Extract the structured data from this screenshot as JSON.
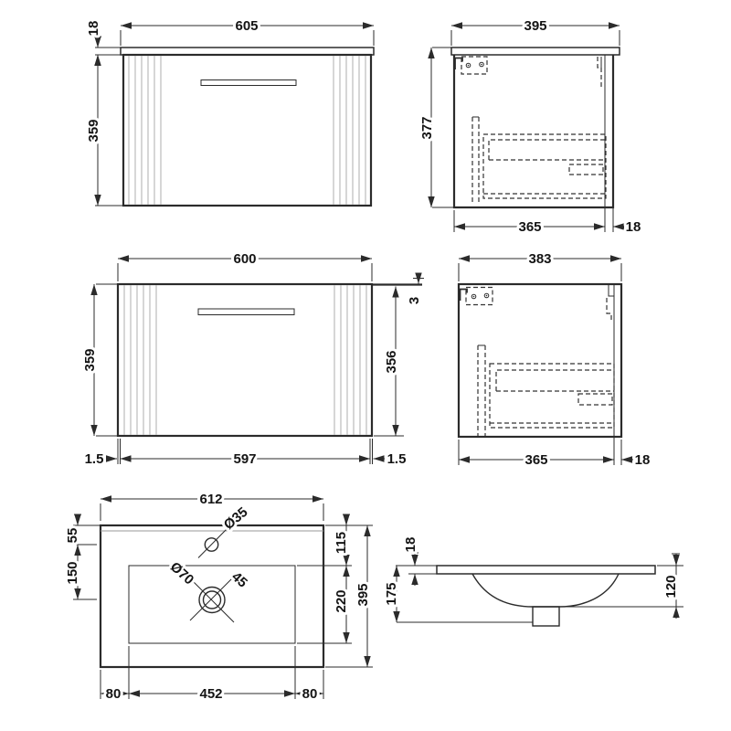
{
  "drawing": {
    "front_top": {
      "width": "605",
      "counter_thickness": "18",
      "height": "359"
    },
    "side_top": {
      "depth": "395",
      "height": "377",
      "body_depth": "365",
      "back_panel": "18"
    },
    "front_open": {
      "width": "600",
      "height": "359",
      "lip": "3",
      "door_height": "356",
      "edge_left": "1.5",
      "door_width": "597",
      "edge_right": "1.5"
    },
    "side_open": {
      "depth": "383",
      "body_depth": "365",
      "back_panel": "18"
    },
    "basin_plan": {
      "width": "612",
      "tap_offset": "55",
      "tap_to_waste": "150",
      "tap_hole": "Ø35",
      "waste_hole": "Ø70",
      "waste_note": "45",
      "rim_to_bowl": "115",
      "bowl_depth": "220",
      "total_depth": "395",
      "margin_left": "80",
      "bowl_width": "452",
      "margin_right": "80"
    },
    "basin_section": {
      "rim_thickness": "18",
      "total_height": "175",
      "bowl_height": "120"
    }
  }
}
